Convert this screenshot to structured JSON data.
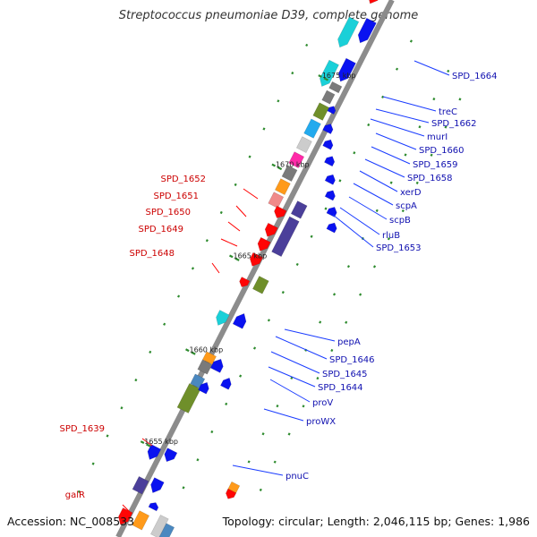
{
  "title": "Streptococcus pneumoniae D39, complete genome",
  "footer": {
    "accession": "Accession: NC_008533",
    "topology": "Topology: circular; Length: 2,046,115 bp; Genes: 1,986"
  },
  "scale_labels": [
    "1675 kbp",
    "1670 kbp",
    "1665 kbp",
    "1660 kbp",
    "1655 kbp"
  ],
  "gene_labels_right": [
    "SPD_1664",
    "treC",
    "SPD_1662",
    "murI",
    "SPD_1660",
    "SPD_1659",
    "SPD_1658",
    "xerD",
    "scpA",
    "scpB",
    "rluB",
    "SPD_1653",
    "pepA",
    "SPD_1646",
    "SPD_1645",
    "SPD_1644",
    "proV",
    "proWX",
    "pnuC"
  ],
  "gene_labels_left": [
    "SPD_1652",
    "SPD_1651",
    "SPD_1650",
    "SPD_1649",
    "SPD_1648",
    "SPD_1639",
    "galR"
  ],
  "colors": {
    "backbone": "#8c8c8c",
    "forward_label": "#1010b0",
    "reverse_label": "#cc0000",
    "forward_leader": "#1a3cff",
    "reverse_leader": "#ff0000",
    "tick": "#2e8b2e",
    "gene_blue": "#0a12f0",
    "gene_cyan": "#1ad0d8",
    "gene_navy": "#4b3f9a",
    "gene_red": "#ff0505",
    "gene_orange": "#ff9a1a",
    "gene_olive": "#6f8f2a",
    "gene_grey": "#7a7a7a",
    "gene_pink": "#ff7ab0",
    "gene_salmon": "#f08a8a",
    "gene_lightgrey": "#cccccc",
    "gene_skyblue": "#22aaee",
    "gene_steel": "#4a88c0",
    "gene_magenta": "#ff2aa8"
  }
}
